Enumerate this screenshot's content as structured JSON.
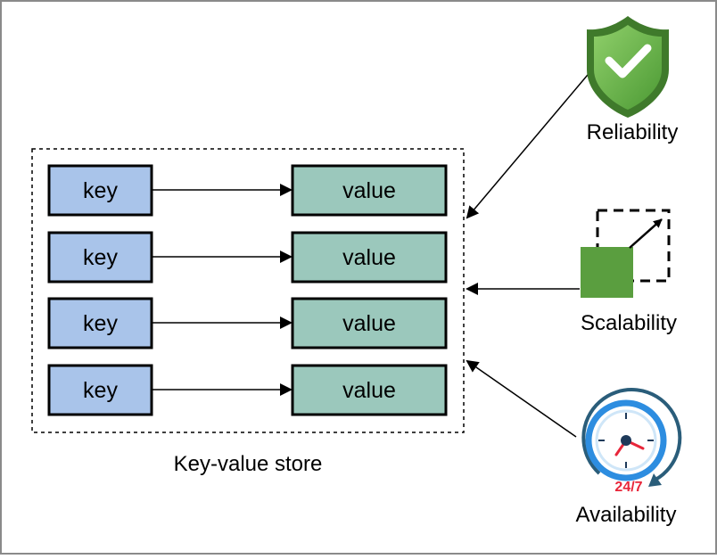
{
  "store": {
    "caption": "Key-value store",
    "rows": [
      {
        "key": "key",
        "value": "value"
      },
      {
        "key": "key",
        "value": "value"
      },
      {
        "key": "key",
        "value": "value"
      },
      {
        "key": "key",
        "value": "value"
      }
    ]
  },
  "properties": {
    "reliability": {
      "label": "Reliability",
      "icon": "shield-check-icon"
    },
    "scalability": {
      "label": "Scalability",
      "icon": "scale-up-icon"
    },
    "availability": {
      "label": "Availability",
      "icon": "clock-24-7-icon",
      "badge": "24/7"
    }
  },
  "colors": {
    "key_fill": "#a9c4ea",
    "value_fill": "#9bc8bc",
    "shield_green": "#66b245",
    "scale_green": "#5a9e3f",
    "clock_blue": "#2d8de0",
    "badge_red": "#e8263a"
  }
}
